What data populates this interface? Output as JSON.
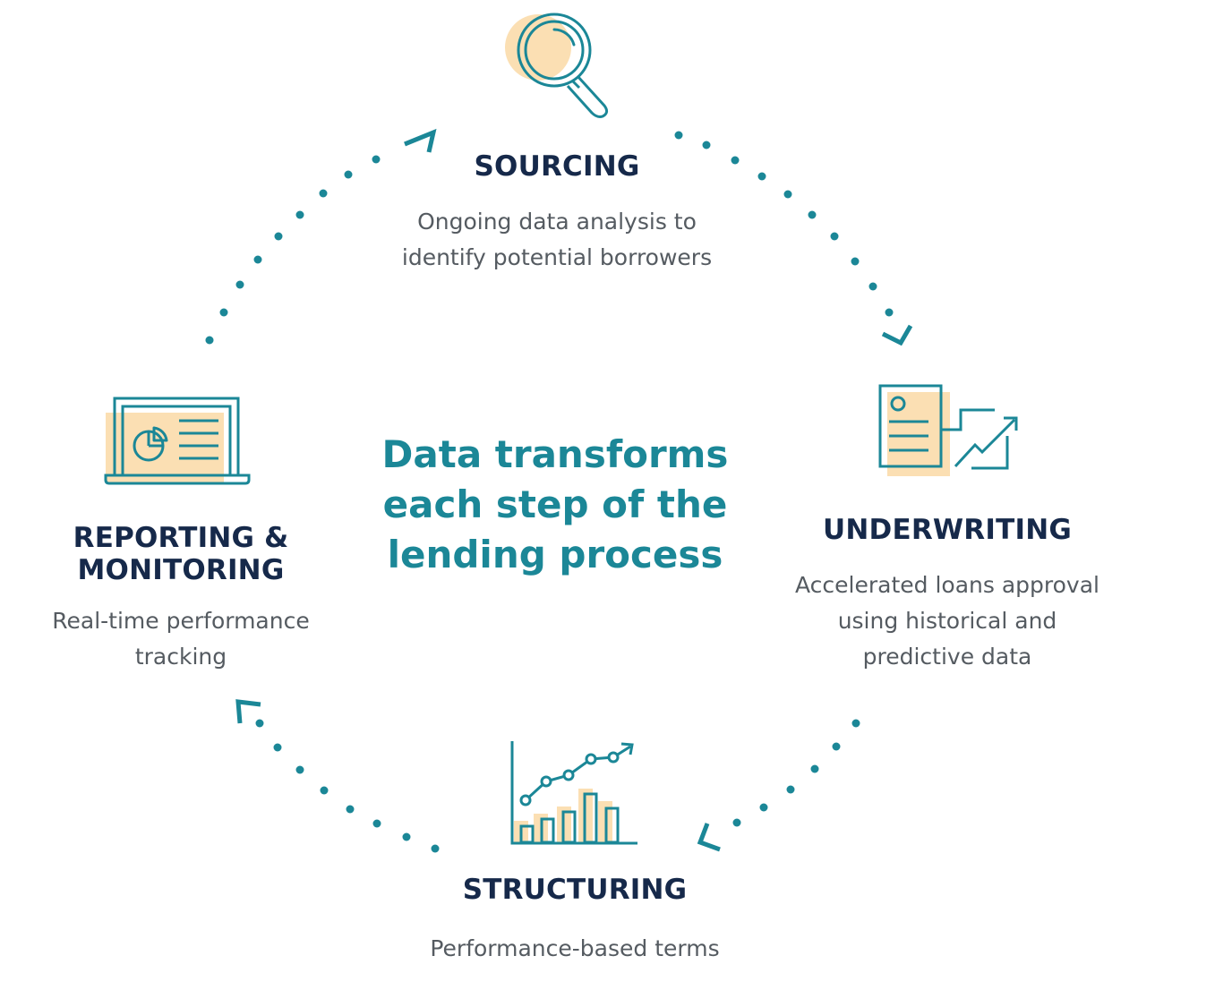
{
  "center": {
    "line1": "Data transforms",
    "line2": "each step of the",
    "line3": "lending process"
  },
  "steps": [
    {
      "title": "SOURCING",
      "desc_line1": "Ongoing data analysis to",
      "desc_line2": "identify potential borrowers",
      "icon": "magnifying-glass-icon"
    },
    {
      "title": "UNDERWRITING",
      "desc_line1": "Accelerated loans approval",
      "desc_line2": "using historical and",
      "desc_line3": "predictive data",
      "icon": "document-growth-chart-icon"
    },
    {
      "title": "STRUCTURING",
      "desc_line1": "Performance-based terms",
      "icon": "bar-line-chart-icon"
    },
    {
      "title_line1": "REPORTING &",
      "title_line2": "MONITORING",
      "desc_line1": "Real-time performance",
      "desc_line2": "tracking",
      "icon": "laptop-dashboard-icon"
    }
  ],
  "colors": {
    "teal": "#1b8797",
    "navy": "#16294a",
    "gray_text": "#555b61",
    "highlight": "#fbdfb3"
  }
}
